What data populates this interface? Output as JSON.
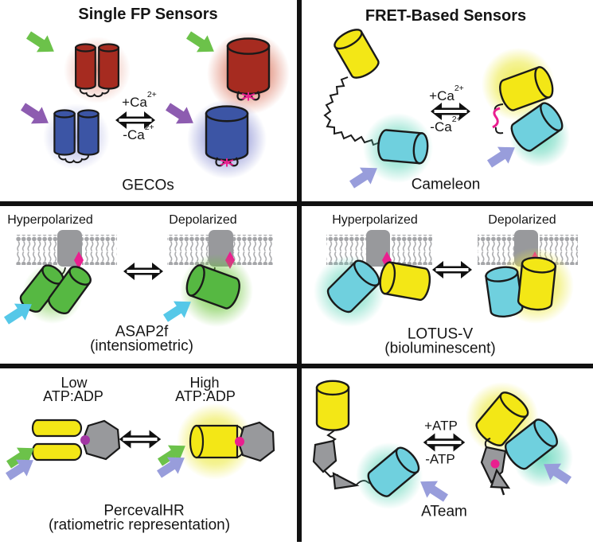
{
  "figure": {
    "description": "Comparison of single fluorescent-protein biosensors and FRET-based biosensors",
    "left_column_title": "Single FP Sensors",
    "right_column_title": "FRET-Based Sensors"
  },
  "palette": {
    "ink": "#1a1a1a",
    "red": "#a62b20",
    "blue": "#3c55a5",
    "yellow": "#f3e716",
    "cyan": "#6fd0de",
    "green": "#56b842",
    "gray": "#98999c",
    "gray_light": "#a5a6a9",
    "magenta": "#ea1f8f",
    "purple_dot": "#a236a4",
    "arrow_green": "#6cc24a",
    "arrow_purple": "#8d5cb0",
    "arrow_cyan": "#56c8e8",
    "arrow_lavender": "#989ddb",
    "glow_red": "#d04a2c",
    "glow_blue": "#7279cb",
    "glow_yellow": "#ece93f",
    "glow_teal": "#54d2b4",
    "glow_green": "#66c433",
    "white": "#ffffff"
  },
  "panels": {
    "single_fp": {
      "title": "Single FP Sensors",
      "caption": "GECOs",
      "reaction": {
        "forward_base": "+Ca",
        "forward_sup": "2+",
        "reverse_base": "-Ca",
        "reverse_sup": "2+"
      }
    },
    "fret": {
      "title": "FRET-Based Sensors",
      "caption": "Cameleon",
      "reaction": {
        "forward_base": "+Ca",
        "forward_sup": "2+",
        "reverse_base": "-Ca",
        "reverse_sup": "2+"
      }
    },
    "asap2f": {
      "state_left": "Hyperpolarized",
      "state_right": "Depolarized",
      "caption": "ASAP2f",
      "subcaption": "(intensiometric)"
    },
    "lotus_v": {
      "state_left": "Hyperpolarized",
      "state_right": "Depolarized",
      "caption": "LOTUS-V",
      "subcaption": "(bioluminescent)"
    },
    "percevalhr": {
      "state_left_line1": "Low",
      "state_left_line2": "ATP:ADP",
      "state_right_line1": "High",
      "state_right_line2": "ATP:ADP",
      "caption": "PercevalHR",
      "subcaption": "(ratiometric representation)"
    },
    "ateam": {
      "caption": "ATeam",
      "reaction": {
        "forward": "+ATP",
        "reverse": "-ATP"
      }
    }
  }
}
